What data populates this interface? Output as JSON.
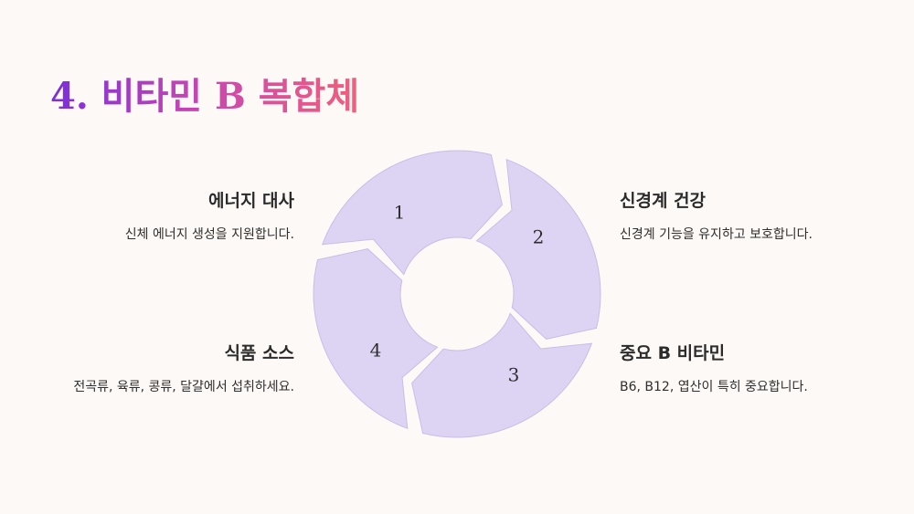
{
  "title": "4. 비타민 B 복합체",
  "colors": {
    "background": "#fdf9f6",
    "title_gradient_start": "#7a2fd9",
    "title_gradient_end": "#f0607c",
    "segment_fill": "#ddd4f3",
    "segment_stroke": "#c9bdea"
  },
  "cycle": {
    "segments": [
      {
        "number": "1"
      },
      {
        "number": "2"
      },
      {
        "number": "3"
      },
      {
        "number": "4"
      }
    ]
  },
  "blocks": [
    {
      "title": "에너지 대사",
      "desc": "신체 에너지 생성을 지원합니다."
    },
    {
      "title": "신경계 건강",
      "desc": "신경계 기능을 유지하고 보호합니다."
    },
    {
      "title": "중요 B 비타민",
      "desc": "B6, B12, 엽산이 특히 중요합니다."
    },
    {
      "title": "식품 소스",
      "desc": "전곡류, 육류, 콩류, 달걀에서 섭취하세요."
    }
  ]
}
